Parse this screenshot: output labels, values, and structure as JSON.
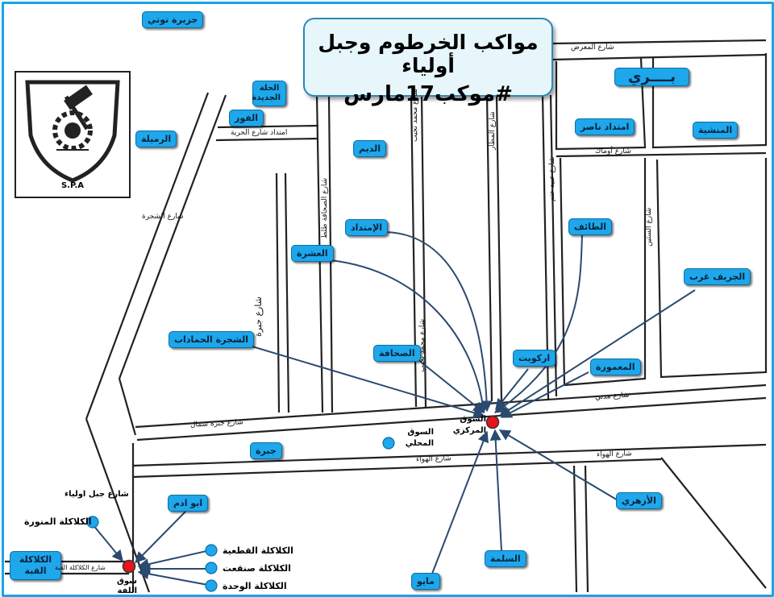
{
  "title": {
    "line1": "مواكب الخرطوم وجبل أولياء",
    "line2": "#موكب17مارس"
  },
  "logo": {
    "text": "S.P.A"
  },
  "areas": {
    "tuti": "جزيرة توتي",
    "helaJadida": "الحلة الجديدة",
    "fuz": "الفوز",
    "rumaila": "الرميلة",
    "baree": "بــــري",
    "imtidadNasir": "امتداد ناصر",
    "manshiya": "المنشية",
    "deim": "الديم",
    "imtidad": "الإمتداد",
    "taif": "الطائف",
    "ushara": "العشرة",
    "jareefGharb": "الجريف غرب",
    "shajaraHamadab": "الشجرة الحماداب",
    "sahafa": "الصحافة",
    "arkawit": "اركويت",
    "mamoura": "المعمورة",
    "jabra": "جبرة",
    "azhari": "الأزهري",
    "abuAdam": "ابو ادم",
    "salama": "السلمة",
    "mayo": "مايو",
    "kalaklaQuba": "الكلاكلة القبة"
  },
  "streets": {
    "muarad": "شارع المعرض",
    "imtidadHurriya": "امتداد شارع الحرية",
    "awmak": "شارع أوماك",
    "mohamedNajeeb": "شارع محمد نجيب",
    "matar": "شارع المطار",
    "ubaidKhatim": "شارع عبيد ختم",
    "sitteen": "شارع الستين",
    "sahafaZalat": "شارع الصحافة ظلط",
    "shajara": "شارع الشجرة",
    "jabraSt": "شارع جبرة",
    "mohamedNajeeb2": "شارع محمد نجيب",
    "madani": "شارع مدني",
    "jabraShamal": "شارع جبرة شمال",
    "hawa1": "شارع الهواء",
    "hawa2": "شارع الهواء",
    "jabalAwliya": "شارع جبل اولياء",
    "kalaklaQuba": "شارع الكلاكلة القبة"
  },
  "points": {
    "souqMarkazi": "السوق المركزي",
    "souqMahali": "السوق المحلي",
    "souqLaffa": "سوق اللفة",
    "kalaklaMunawara": "الكلاكلة المنورة",
    "kalaklaQatiya": "الكلاكلة القطعية",
    "kalaklaSanqat": "الكلاكلة صنقعت",
    "kalaklaWehda": "الكلاكلة الوحدة"
  },
  "colors": {
    "label": "#1ea7ea",
    "arrow": "#2b4a6f",
    "hub": "#e8141b",
    "frame": "#1aa3e8"
  }
}
